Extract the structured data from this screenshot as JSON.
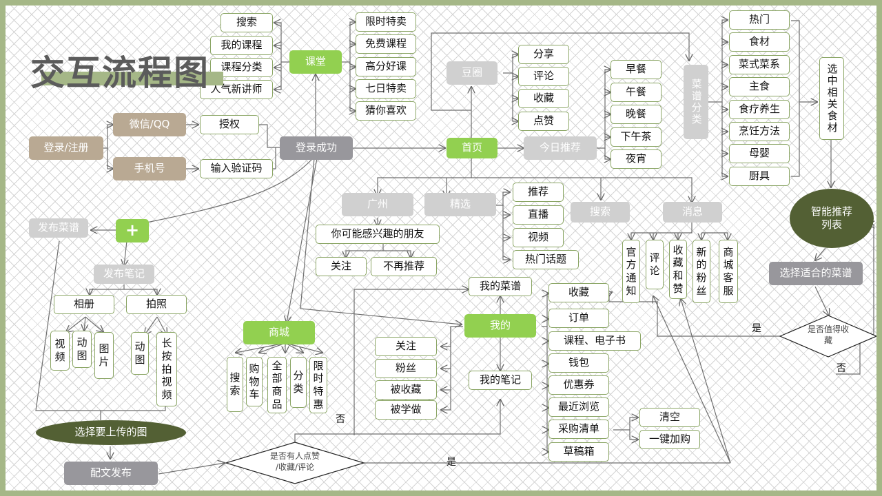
{
  "title": "交互流程图",
  "colors": {
    "frame": "#a5b787",
    "primary_green": "#92d050",
    "light_gray": "#d0d0d0",
    "dark_gray": "#98979c",
    "tan": "#b9a993",
    "olive_dark": "#536034",
    "node_border": "#8aa564",
    "line": "#666666"
  },
  "login": {
    "start": "登录/注册",
    "wechat_qq": "微信/QQ",
    "phone": "手机号",
    "authorize": "授权",
    "enter_code": "输入验证码",
    "success": "登录成功"
  },
  "classroom": {
    "label": "课堂",
    "left_items": [
      "搜索",
      "我的课程",
      "课程分类",
      "人气新讲师"
    ],
    "right_items": [
      "限时特卖",
      "免费课程",
      "高分好课",
      "七日特卖",
      "猜你喜欢"
    ]
  },
  "douquan": {
    "label": "豆圈",
    "items": [
      "分享",
      "评论",
      "收藏",
      "点赞"
    ]
  },
  "home": {
    "label": "首页",
    "today": "今日推荐",
    "meals": [
      "早餐",
      "午餐",
      "晚餐",
      "下午茶",
      "夜宵"
    ]
  },
  "recipe_category": {
    "label": "菜谱分类",
    "items": [
      "热门",
      "食材",
      "菜式菜系",
      "主食",
      "食疗养生",
      "烹饪方法",
      "母婴",
      "厨具"
    ],
    "select_ingredients": "选中相关食材"
  },
  "smart": {
    "list": "智能推荐列表",
    "choose": "选择适合的菜谱",
    "decision": "是否值得收藏",
    "yes": "是",
    "no": "否"
  },
  "nav_tabs": {
    "city": "广州",
    "picks": "精选",
    "search": "搜索",
    "messages": "消息"
  },
  "city": {
    "friends": "你可能感兴趣的朋友",
    "follow": "关注",
    "no_recommend": "不再推荐"
  },
  "picks_items": [
    "推荐",
    "直播",
    "视频",
    "热门话题"
  ],
  "message_items": [
    "官方通知",
    "评论",
    "收藏和赞",
    "新的粉丝",
    "商城客服"
  ],
  "publish": {
    "plus": "+",
    "publish_recipe": "发布菜谱",
    "publish_note": "发布笔记",
    "album": "相册",
    "photo": "拍照",
    "album_items": [
      "视频",
      "动图",
      "图片"
    ],
    "photo_items": [
      "动图",
      "长按拍视频"
    ],
    "choose_image": "选择要上传的图",
    "publish_with_text": "配文发布"
  },
  "mall": {
    "label": "商城",
    "items": [
      "搜索",
      "购物车",
      "全部商品",
      "分类",
      "限时特惠"
    ]
  },
  "mine": {
    "label": "我的",
    "my_recipes": "我的菜谱",
    "my_notes": "我的笔记",
    "social": [
      "关注",
      "粉丝",
      "被收藏",
      "被学做"
    ],
    "menu": [
      "收藏",
      "订单",
      "课程、电子书",
      "钱包",
      "优惠券",
      "最近浏览",
      "采购清单",
      "草稿箱"
    ],
    "shopping_list_actions": [
      "清空",
      "一键加购"
    ]
  },
  "bottom_decision": {
    "text_line1": "是否有人点赞",
    "text_line2": "/收藏/评论",
    "yes": "是",
    "no": "否"
  }
}
